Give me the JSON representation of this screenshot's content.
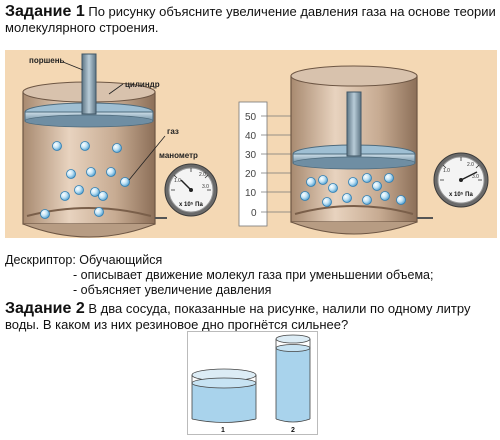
{
  "task1": {
    "heading": "Задание 1",
    "text": "По рисунку объясните увеличение давления газа на основе теории молекулярного строения."
  },
  "illustration": {
    "label_piston": "поршень",
    "label_cylinder": "цилиндр",
    "label_gas": "газ",
    "label_manometer": "манометр",
    "gauge_unit": "x 10⁵ Па",
    "gauge_ticks": [
      "1.0",
      "2.0",
      "3.0"
    ],
    "ruler_ticks": [
      "50",
      "40",
      "30",
      "20",
      "10",
      "0"
    ]
  },
  "descriptor": {
    "title": "Дескриптор: Обучающийся",
    "items": [
      "- описывает движение молекул газа при уменьшении объема;",
      "- объясняет увеличение давления"
    ]
  },
  "task2": {
    "heading": "Задание 2",
    "text": "В два сосуда, показанные на рисунке, налили по одному литру воды. В каком из них резиновое дно прогнётся сильнее?"
  },
  "vessels": {
    "label_1": "1",
    "label_2": "2"
  }
}
